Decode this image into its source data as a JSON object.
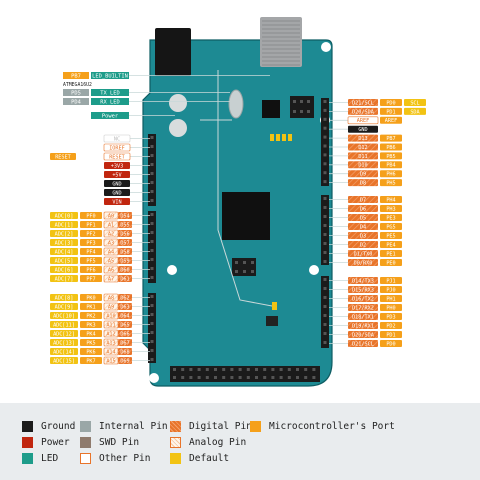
{
  "board": {
    "colors": {
      "board": "#1d8a93",
      "board_edge": "#0e5d63",
      "header": "#1b1b1b",
      "usb": "#a4a6a8",
      "jack": "#151515",
      "chip": "#101010",
      "trace": "#c9d8d9"
    }
  },
  "pin_colors": {
    "ground": "#1b1b1b",
    "power": "#c1260f",
    "led": "#1d9c8a",
    "internal": "#9aa7a7",
    "swd": "#8f7b6d",
    "other": "#ffffff",
    "digital": "#e8742a",
    "analog": "#fff5ea",
    "default": "#f2c313",
    "port": "#f5a01a"
  },
  "top_labels": [
    {
      "port": "PB7",
      "name": "LED_BUILTIN"
    },
    {
      "chip": "ATMEGA16U2"
    },
    {
      "port": "PD5",
      "name": "TX LED"
    },
    {
      "port": "PD4",
      "name": "RX LED"
    },
    {
      "name": "Power"
    }
  ],
  "left_power": [
    {
      "label": "NC",
      "type": "nc"
    },
    {
      "label": "IOREF",
      "type": "other"
    },
    {
      "port": "RESET",
      "label": "RESET",
      "type": "other"
    },
    {
      "label": "+3V3",
      "type": "power"
    },
    {
      "label": "+5V",
      "type": "power"
    },
    {
      "label": "GND",
      "type": "ground"
    },
    {
      "label": "GND",
      "type": "ground"
    },
    {
      "label": "VIN",
      "type": "power"
    }
  ],
  "left_analog_1": [
    {
      "adc": "ADC[0]",
      "port": "PF0",
      "a": "A0",
      "d": "D54"
    },
    {
      "adc": "ADC[1]",
      "port": "PF1",
      "a": "A1",
      "d": "D55"
    },
    {
      "adc": "ADC[2]",
      "port": "PF2",
      "a": "A2",
      "d": "D56"
    },
    {
      "adc": "ADC[3]",
      "port": "PF3",
      "a": "A3",
      "d": "D57"
    },
    {
      "adc": "ADC[4]",
      "port": "PF4",
      "a": "A4",
      "d": "D58"
    },
    {
      "adc": "ADC[5]",
      "port": "PF5",
      "a": "A5",
      "d": "D59"
    },
    {
      "adc": "ADC[6]",
      "port": "PF6",
      "a": "A6",
      "d": "D60"
    },
    {
      "adc": "ADC[7]",
      "port": "PF7",
      "a": "A7",
      "d": "D61"
    }
  ],
  "left_analog_2": [
    {
      "adc": "ADC[8]",
      "port": "PK0",
      "a": "A8",
      "d": "D62"
    },
    {
      "adc": "ADC[9]",
      "port": "PK1",
      "a": "A9",
      "d": "D63"
    },
    {
      "adc": "ADC[10]",
      "port": "PK2",
      "a": "A10",
      "d": "D64"
    },
    {
      "adc": "ADC[11]",
      "port": "PK3",
      "a": "A11",
      "d": "D65"
    },
    {
      "adc": "ADC[12]",
      "port": "PK4",
      "a": "A12",
      "d": "D66"
    },
    {
      "adc": "ADC[13]",
      "port": "PK5",
      "a": "A13",
      "d": "D67"
    },
    {
      "adc": "ADC[14]",
      "port": "PK6",
      "a": "A14",
      "d": "D68"
    },
    {
      "adc": "ADC[15]",
      "port": "PK7",
      "a": "A15",
      "d": "D69"
    }
  ],
  "right_top": [
    {
      "d": "D21/SCL",
      "port": "PD0",
      "extra": "SCL",
      "type": "digital"
    },
    {
      "d": "D20/SDA",
      "port": "PD1",
      "extra": "SDA",
      "type": "digital"
    },
    {
      "d": "AREF",
      "port": "AREF",
      "extra": "",
      "type": "other"
    },
    {
      "d": "GND",
      "port": "",
      "extra": "",
      "type": "ground"
    },
    {
      "d": "D13",
      "port": "PB7",
      "extra": "",
      "type": "digital"
    },
    {
      "d": "D12",
      "port": "PB6",
      "extra": "",
      "type": "digital"
    },
    {
      "d": "D11",
      "port": "PB5",
      "extra": "",
      "type": "digital"
    },
    {
      "d": "D10",
      "port": "PB4",
      "extra": "",
      "type": "digital"
    },
    {
      "d": "D9",
      "port": "PH6",
      "extra": "",
      "type": "digital"
    },
    {
      "d": "D8",
      "port": "PH5",
      "extra": "",
      "type": "digital"
    }
  ],
  "right_mid": [
    {
      "d": "D7",
      "port": "PH4"
    },
    {
      "d": "D6",
      "port": "PH3"
    },
    {
      "d": "D5",
      "port": "PE3"
    },
    {
      "d": "D4",
      "port": "PG5"
    },
    {
      "d": "D3",
      "port": "PE5"
    },
    {
      "d": "D2",
      "port": "PE4"
    },
    {
      "d": "D1/TX0",
      "port": "PE1"
    },
    {
      "d": "D0/RX0",
      "port": "PE0"
    }
  ],
  "right_bottom": [
    {
      "d": "D14/TX3",
      "port": "PJ1"
    },
    {
      "d": "D15/RX3",
      "port": "PJ0"
    },
    {
      "d": "D16/TX2",
      "port": "PH1"
    },
    {
      "d": "D17/RX2",
      "port": "PH0"
    },
    {
      "d": "D18/TX1",
      "port": "PD3"
    },
    {
      "d": "D19/RX1",
      "port": "PD2"
    },
    {
      "d": "D20/SDA",
      "port": "PD1"
    },
    {
      "d": "D21/SCL",
      "port": "PD0"
    }
  ],
  "legend": [
    {
      "label": "Ground",
      "type": "ground"
    },
    {
      "label": "Internal Pin",
      "type": "internal"
    },
    {
      "label": "Digital Pin",
      "type": "digital"
    },
    {
      "label": "Microcontroller's Port",
      "type": "port"
    },
    {
      "label": "Power",
      "type": "power"
    },
    {
      "label": "SWD Pin",
      "type": "swd"
    },
    {
      "label": "Analog Pin",
      "type": "analog"
    },
    {
      "label": "LED",
      "type": "led"
    },
    {
      "label": "Other Pin",
      "type": "other"
    },
    {
      "label": "Default",
      "type": "default"
    }
  ]
}
